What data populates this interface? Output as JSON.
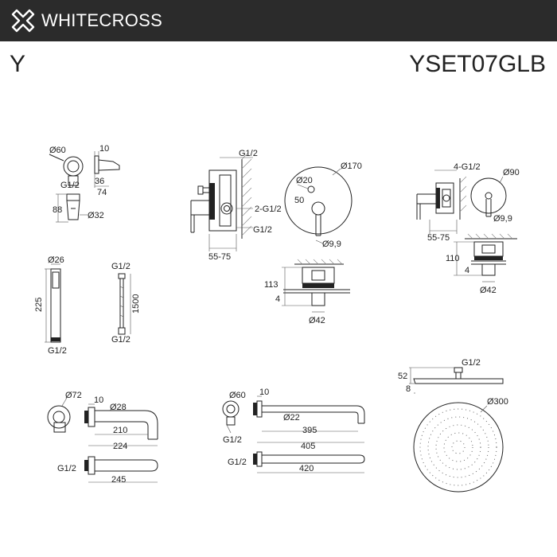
{
  "header": {
    "brand": "WHITECROSS",
    "logo_icon": "whitecross-x-logo",
    "background": "#2b2b2b"
  },
  "series": "Y",
  "model": "YSET07GLB",
  "dims": {
    "holder_d60": "Ø60",
    "holder_10": "10",
    "holder_g12": "G1/2",
    "holder_36": "36",
    "holder_74": "74",
    "holder_88": "88",
    "holder_d32": "Ø32",
    "mixer_g12_top": "G1/2",
    "mixer_2g12": "2-G1/2",
    "mixer_g12_bottom": "G1/2",
    "mixer_5575": "55-75",
    "mixer_d170": "Ø170",
    "mixer_d20": "Ø20",
    "mixer_50": "50",
    "mixer_d99": "Ø9,9",
    "mixer_113": "113",
    "mixer_4": "4",
    "mixer_d42": "Ø42",
    "div_4g12": "4-G1/2",
    "div_d90": "Ø90",
    "div_d99": "Ø9,9",
    "div_5575": "55-75",
    "div_110": "110",
    "div_4": "4",
    "div_d42": "Ø42",
    "hand_d26": "Ø26",
    "hand_225": "225",
    "hand_g12": "G1/2",
    "hose_g12_top": "G1/2",
    "hose_1500": "1500",
    "hose_g12_bottom": "G1/2",
    "spout_d72": "Ø72",
    "spout_10": "10",
    "spout_d28": "Ø28",
    "spout_210": "210",
    "spout_224": "224",
    "spout_g12": "G1/2",
    "spout_245": "245",
    "arm_d60": "Ø60",
    "arm_10": "10",
    "arm_d22": "Ø22",
    "arm_g12": "G1/2",
    "arm_395": "395",
    "arm_405": "405",
    "arm_g12_b": "G1/2",
    "arm_420": "420",
    "head_g12": "G1/2",
    "head_52": "52",
    "head_8": "8",
    "head_d300": "Ø300"
  }
}
